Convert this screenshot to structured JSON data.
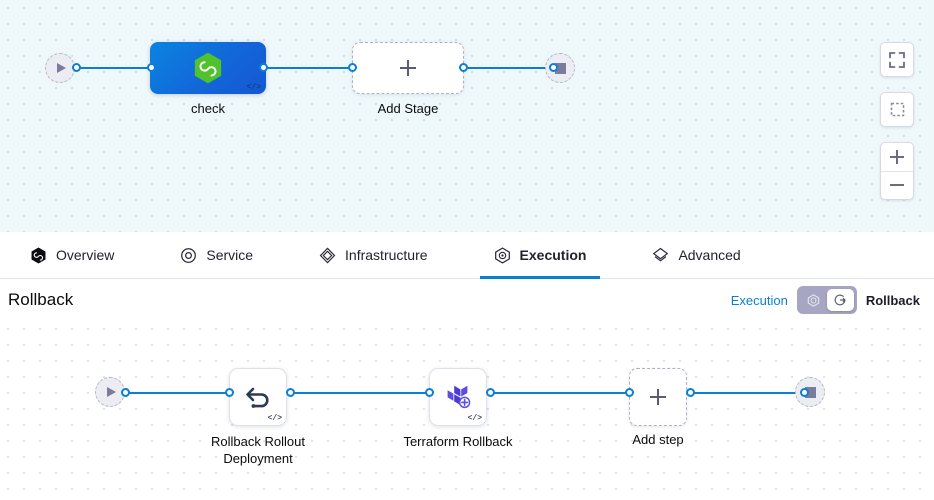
{
  "top_canvas": {
    "start_node": {
      "icon": "play-icon"
    },
    "end_node": {
      "icon": "stop-icon"
    },
    "stages": [
      {
        "name": "check",
        "label": "check",
        "icon": "harness-hexagon-icon",
        "badge": "</>"
      },
      {
        "name": "add-stage",
        "label": "Add Stage",
        "icon": "plus-icon"
      }
    ],
    "controls": [
      {
        "name": "fit-to-screen-button",
        "icon": "fit-screen-icon"
      },
      {
        "name": "selection-button",
        "icon": "dashed-square-icon"
      },
      {
        "name": "zoom-in-button",
        "icon": "plus-icon"
      },
      {
        "name": "zoom-out-button",
        "icon": "minus-icon"
      }
    ]
  },
  "tabs": [
    {
      "label": "Overview",
      "icon": "overview-hexagon-icon",
      "active": false
    },
    {
      "label": "Service",
      "icon": "service-target-icon",
      "active": false
    },
    {
      "label": "Infrastructure",
      "icon": "infrastructure-layers-icon",
      "active": false
    },
    {
      "label": "Execution",
      "icon": "execution-icon",
      "active": true
    },
    {
      "label": "Advanced",
      "icon": "advanced-layers-icon",
      "active": false
    }
  ],
  "rollback_header": {
    "title": "Rollback",
    "execution_label": "Execution",
    "rollback_label": "Rollback"
  },
  "bottom_canvas": {
    "start_node": {
      "icon": "play-icon"
    },
    "end_node": {
      "icon": "stop-icon"
    },
    "steps": [
      {
        "name": "rollback-rollout-deployment",
        "label": "Rollback Rollout Deployment",
        "icon": "undo-arrow-icon",
        "badge": "</>"
      },
      {
        "name": "terraform-rollback",
        "label": "Terraform Rollback",
        "icon": "terraform-icon",
        "badge": "</>"
      },
      {
        "name": "add-step",
        "label": "Add step",
        "icon": "plus-icon"
      }
    ]
  },
  "colors": {
    "accent_blue": "#0b7fd4",
    "stage_blue": "#1367d9",
    "harness_green": "#4fc22c",
    "terraform_purple": "#5c4ee5",
    "node_gray": "#7b7b9e"
  }
}
